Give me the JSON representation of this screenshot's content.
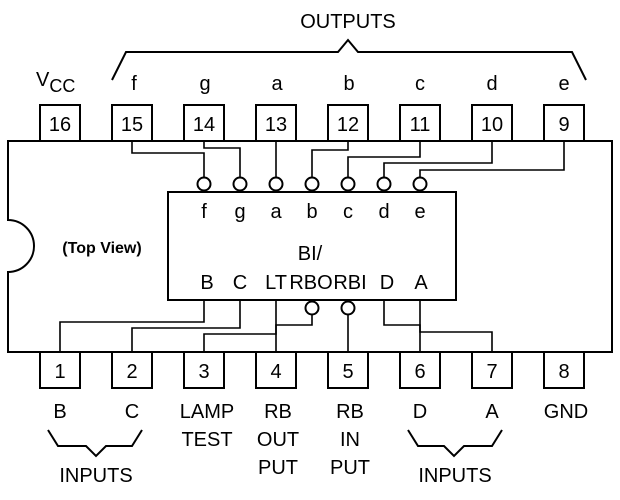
{
  "outputs_label": "OUTPUTS",
  "inputs_label_left": "INPUTS",
  "inputs_label_right": "INPUTS",
  "top_view": "(Top View)",
  "vcc": {
    "main": "V",
    "sub": "CC"
  },
  "top_pins": [
    {
      "num": "16",
      "label": ""
    },
    {
      "num": "15",
      "label": "f"
    },
    {
      "num": "14",
      "label": "g"
    },
    {
      "num": "13",
      "label": "a"
    },
    {
      "num": "12",
      "label": "b"
    },
    {
      "num": "11",
      "label": "c"
    },
    {
      "num": "10",
      "label": "d"
    },
    {
      "num": "9",
      "label": "e"
    }
  ],
  "bottom_pins": [
    {
      "num": "1",
      "label": [
        "B"
      ]
    },
    {
      "num": "2",
      "label": [
        "C"
      ]
    },
    {
      "num": "3",
      "label": [
        "LAMP",
        "TEST"
      ]
    },
    {
      "num": "4",
      "label": [
        "RB",
        "OUT",
        "PUT"
      ]
    },
    {
      "num": "5",
      "label": [
        "RB",
        "IN",
        "PUT"
      ]
    },
    {
      "num": "6",
      "label": [
        "D"
      ]
    },
    {
      "num": "7",
      "label": [
        "A"
      ]
    },
    {
      "num": "8",
      "label": [
        "GND"
      ]
    }
  ],
  "inner_top": [
    "f",
    "g",
    "a",
    "b",
    "c",
    "d",
    "e"
  ],
  "inner_bottom": [
    "B",
    "C",
    "LT",
    "RBO",
    "RBI",
    "D",
    "A"
  ],
  "inner_bi": "BI/"
}
